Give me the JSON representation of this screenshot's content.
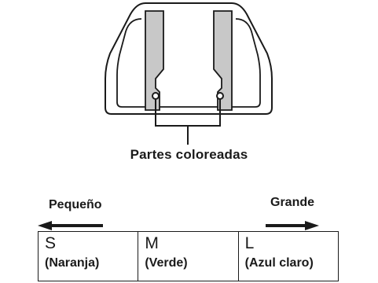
{
  "caption": "Partes coloreadas",
  "direction": {
    "small": "Pequeño",
    "large": "Grande"
  },
  "sizes": [
    {
      "letter": "S",
      "color": "(Naranja)"
    },
    {
      "letter": "M",
      "color": "(Verde)"
    },
    {
      "letter": "L",
      "color": "(Azul claro)"
    }
  ],
  "colors": {
    "outline": "#1a1a1a",
    "shaded": "#c8c8c8"
  }
}
